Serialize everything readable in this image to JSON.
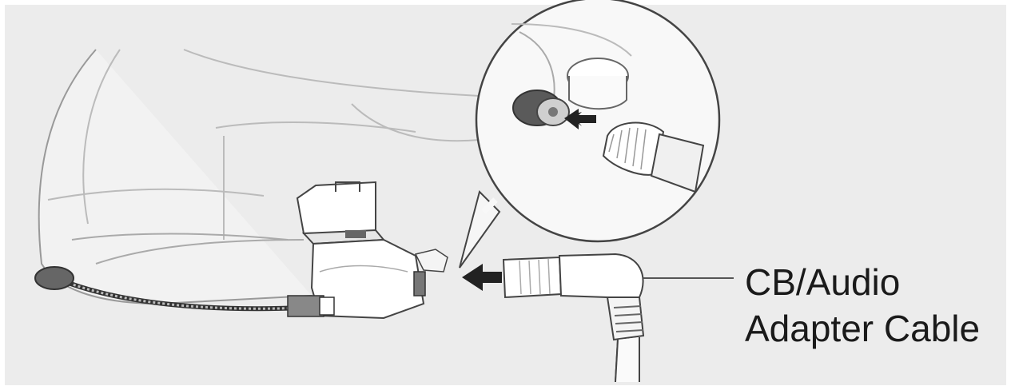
{
  "colors": {
    "background": "#ececec",
    "outline": "#555555",
    "fill_light": "#f4f4f4",
    "fill_dark": "#6a6a6a",
    "text": "#1a1a1a"
  },
  "callout": {
    "line1": "CB/Audio",
    "line2": "Adapter Cable"
  },
  "icons": {
    "helmet": "helmet-illustration",
    "headset": "headset-unit-illustration",
    "microphone": "boom-microphone-illustration",
    "cable": "adapter-cable-illustration",
    "zoom": "zoom-magnifier-circle"
  }
}
